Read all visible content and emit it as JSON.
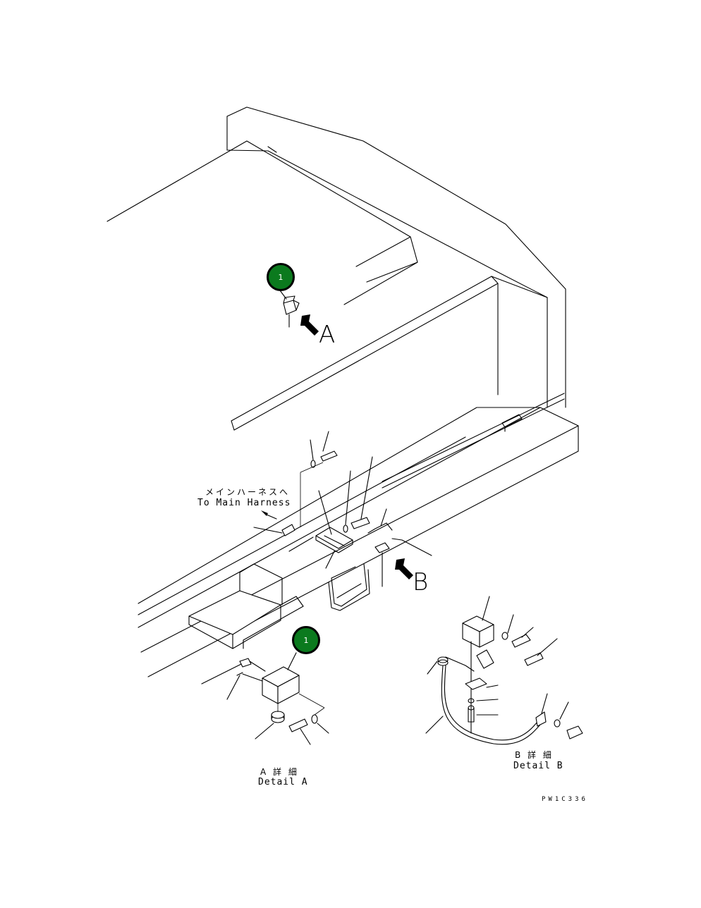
{
  "callouts": [
    {
      "number": "1"
    },
    {
      "number": "1"
    }
  ],
  "view_labels": {
    "a": "A",
    "b": "B"
  },
  "harness_note": {
    "japanese": "メインハーネスへ",
    "english": "To Main Harness"
  },
  "detail_a": {
    "japanese": "A 詳 細",
    "english": "Detail A"
  },
  "detail_b": {
    "japanese": "B 詳 細",
    "english": "Detail B"
  },
  "drawing_number": "PW1C336",
  "colors": {
    "callout_fill": "#0b7a1e",
    "line": "#000000"
  }
}
